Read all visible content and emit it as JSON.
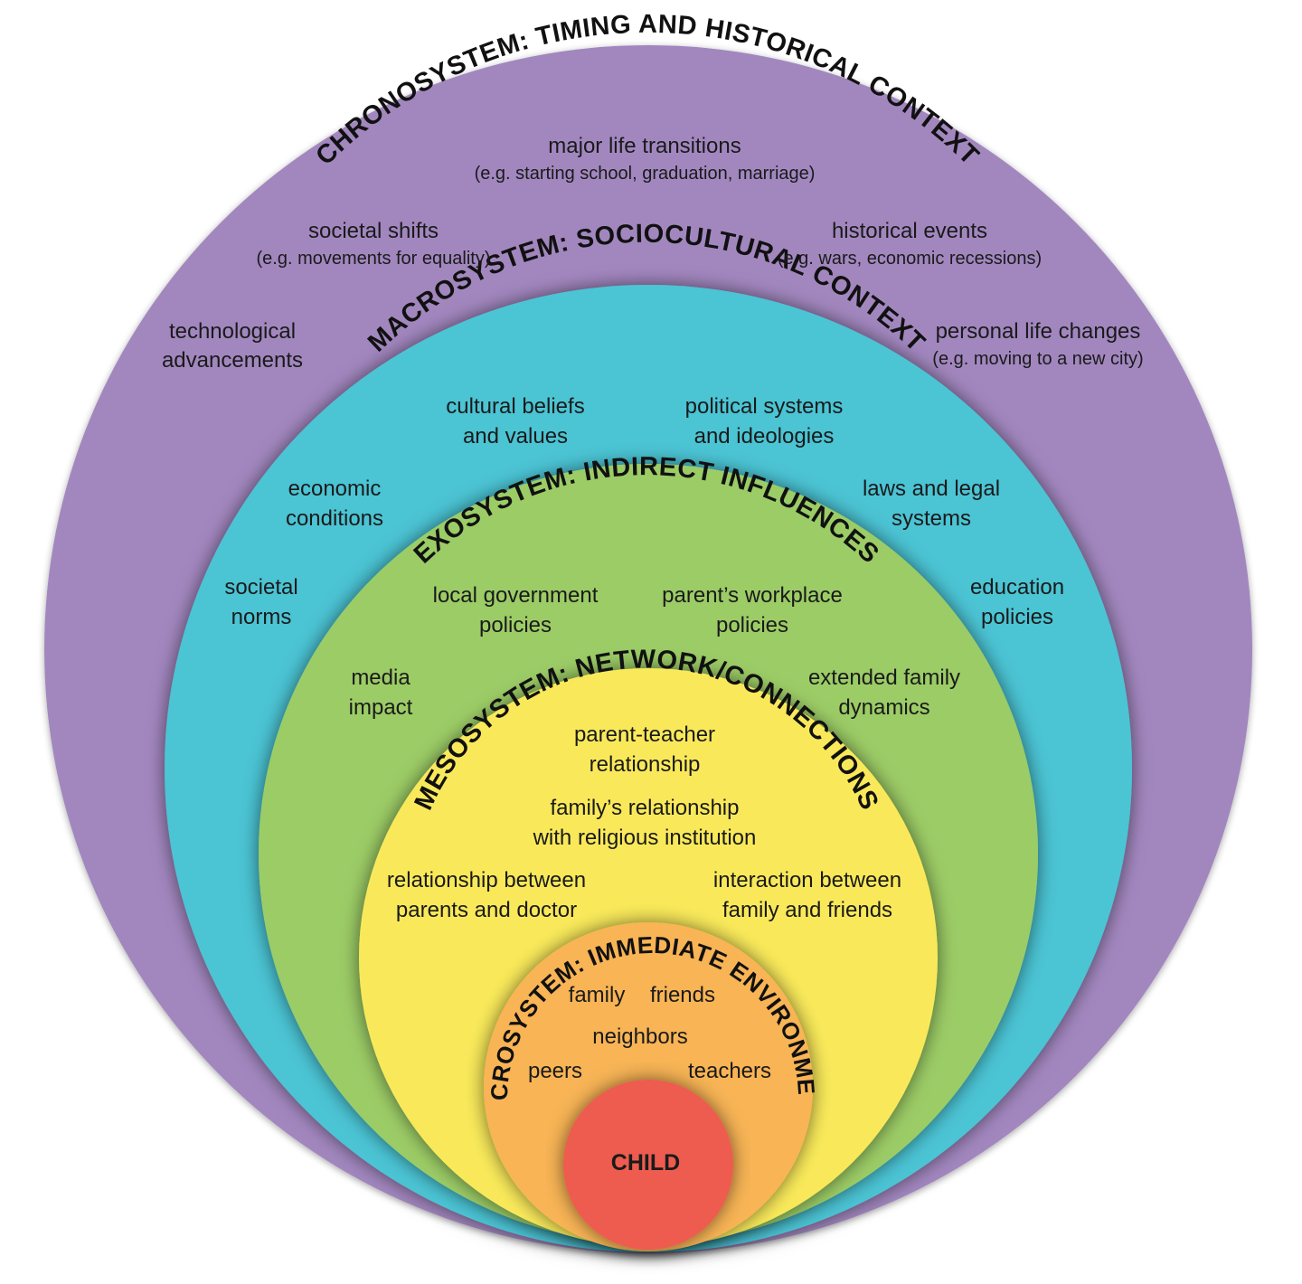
{
  "colors": {
    "chronosystem": "#a287bf",
    "macrosystem": "#4cc4d4",
    "exosystem": "#9ccc66",
    "mesosystem": "#f9e95a",
    "microsystem": "#f8b454",
    "child": "#ed5b4f"
  },
  "chronosystem": {
    "title": "CHRONOSYSTEM: TIMING AND HISTORICAL CONTEXT",
    "items": [
      {
        "name": "major life transitions",
        "example": "(e.g. starting school, graduation, marriage)"
      },
      {
        "name": "societal shifts",
        "example": "(e.g. movements for equality)"
      },
      {
        "name": "historical events",
        "example": "(e.g. wars, economic recessions)"
      },
      {
        "lines": [
          "technological",
          "advancements"
        ]
      },
      {
        "name": "personal life changes",
        "example": "(e.g. moving to a new city)"
      }
    ]
  },
  "macrosystem": {
    "title": "MACROSYSTEM: SOCIOCULTURAL CONTEXT",
    "items": [
      {
        "lines": [
          "cultural beliefs",
          "and values"
        ]
      },
      {
        "lines": [
          "political systems",
          "and ideologies"
        ]
      },
      {
        "lines": [
          "economic",
          "conditions"
        ]
      },
      {
        "lines": [
          "laws and legal",
          "systems"
        ]
      },
      {
        "lines": [
          "societal",
          "norms"
        ]
      },
      {
        "lines": [
          "education",
          "policies"
        ]
      }
    ]
  },
  "exosystem": {
    "title": "EXOSYSTEM: INDIRECT INFLUENCES",
    "items": [
      {
        "lines": [
          "local government",
          "policies"
        ]
      },
      {
        "lines": [
          "parent’s workplace",
          "policies"
        ]
      },
      {
        "lines": [
          "media",
          "impact"
        ]
      },
      {
        "lines": [
          "extended family",
          "dynamics"
        ]
      }
    ]
  },
  "mesosystem": {
    "title": "MESOSYSTEM: NETWORK/CONNECTIONS",
    "items": [
      {
        "lines": [
          "parent-teacher",
          "relationship"
        ]
      },
      {
        "lines": [
          "family’s relationship",
          "with religious institution"
        ]
      },
      {
        "lines": [
          "relationship between",
          "parents and doctor"
        ]
      },
      {
        "lines": [
          "interaction between",
          "family and friends"
        ]
      }
    ]
  },
  "microsystem": {
    "title": "MICROSYSTEM: IMMEDIATE ENVIRONMENT",
    "items": [
      "family",
      "friends",
      "neighbors",
      "peers",
      "teachers"
    ]
  },
  "child": {
    "label": "CHILD"
  }
}
